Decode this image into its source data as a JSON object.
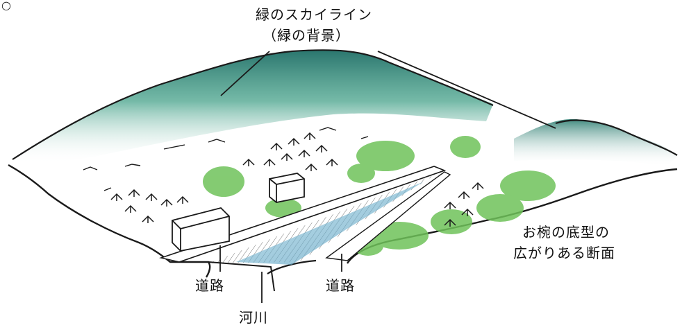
{
  "labels": {
    "mark": "○",
    "skyline": "緑のスカイライン",
    "skyline_sub": "（緑の背景）",
    "bowl_line1": "お椀の底型の",
    "bowl_line2": "広がりある断面",
    "road_left": "道路",
    "road_right": "道路",
    "river": "河川"
  },
  "colors": {
    "mountain": "#2f8a78",
    "greenery": "#6fc25a",
    "river": "#5ea8c8",
    "ink": "#1a1a1a"
  }
}
